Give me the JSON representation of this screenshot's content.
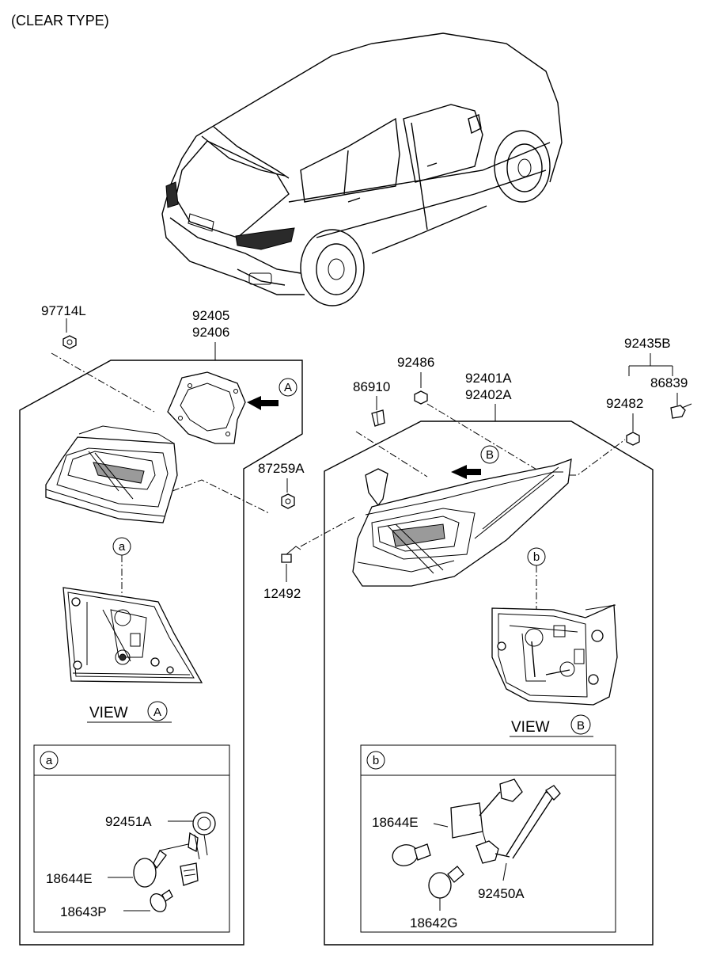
{
  "header": {
    "title": "(CLEAR TYPE)"
  },
  "parts": {
    "p97714L": "97714L",
    "p92405": "92405",
    "p92406": "92406",
    "p87259A": "87259A",
    "p12492": "12492",
    "p86910": "86910",
    "p92486": "92486",
    "p92401A": "92401A",
    "p92402A": "92402A",
    "p92435B": "92435B",
    "p92482": "92482",
    "p86839": "86839",
    "p92451A": "92451A",
    "p18644E_a": "18644E",
    "p18643P": "18643P",
    "p18644E_b": "18644E",
    "p92450A": "92450A",
    "p18642G": "18642G"
  },
  "views": {
    "view_word": "VIEW",
    "view_a_letter": "A",
    "view_b_letter": "B"
  },
  "callouts": {
    "arrow_a": "A",
    "arrow_b": "B",
    "detail_a": "a",
    "detail_b": "b",
    "box_a": "a",
    "box_b": "b"
  }
}
